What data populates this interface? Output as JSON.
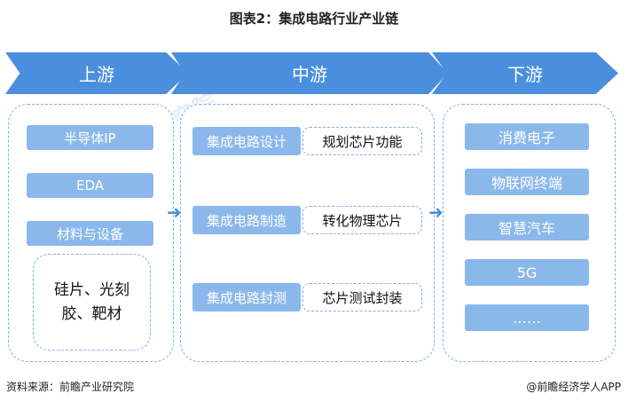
{
  "title": "图表2：集成电路行业产业链",
  "stages": {
    "upstream": "上游",
    "midstream": "中游",
    "downstream": "下游"
  },
  "upstream": {
    "items": [
      "半导体IP",
      "EDA",
      "材料与设备"
    ],
    "materials_line1": "硅片、光刻",
    "materials_line2": "胶、靶材"
  },
  "midstream": {
    "rows": [
      {
        "stage": "集成电路设计",
        "desc": "规划芯片功能"
      },
      {
        "stage": "集成电路制造",
        "desc": "转化物理芯片"
      },
      {
        "stage": "集成电路封测",
        "desc": "芯片测试封装"
      }
    ]
  },
  "downstream": {
    "items": [
      "消费电子",
      "物联网终端",
      "智慧汽车",
      "5G",
      "……"
    ]
  },
  "footer": {
    "source": "资料来源：前瞻产业研究院",
    "brand": "@前瞻经济学人APP"
  },
  "watermark_text": "前瞻产业研究院",
  "colors": {
    "chevron": "#4a8fde",
    "box": "#8ab8ea",
    "dash": "#7fb0e6"
  }
}
